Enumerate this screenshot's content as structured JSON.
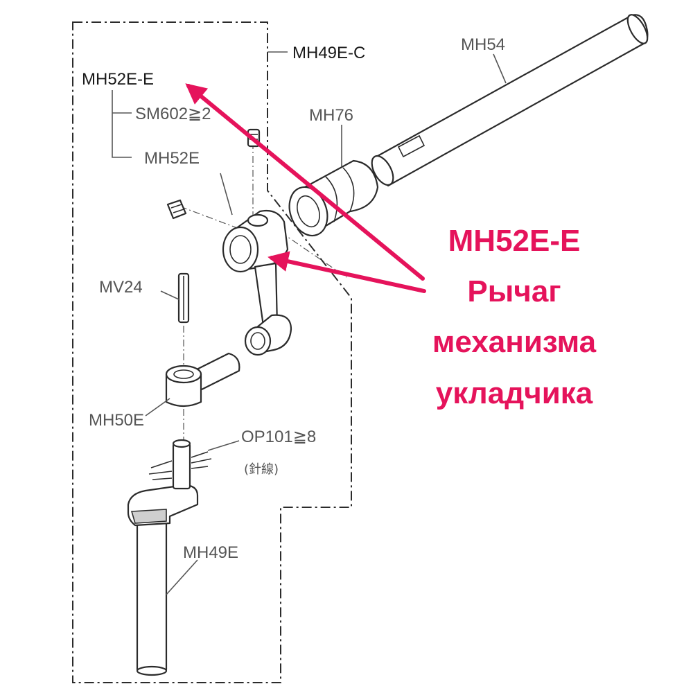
{
  "labels": {
    "assembly_group": "MH49E-C",
    "assembly_sub": "MH52E-E",
    "set_screw": "SM602≧2",
    "lever_body": "MH52E",
    "bushing": "MH76",
    "shaft": "MH54",
    "pin": "MV24",
    "link": "MH50E",
    "wick": "OP101≧8",
    "wick_note": "(針線)",
    "lower_shaft": "MH49E"
  },
  "callout": {
    "code": "MH52E-E",
    "line1": "Рычаг",
    "line2": "механизма",
    "line3": "укладчика",
    "color": "#e5135b"
  }
}
